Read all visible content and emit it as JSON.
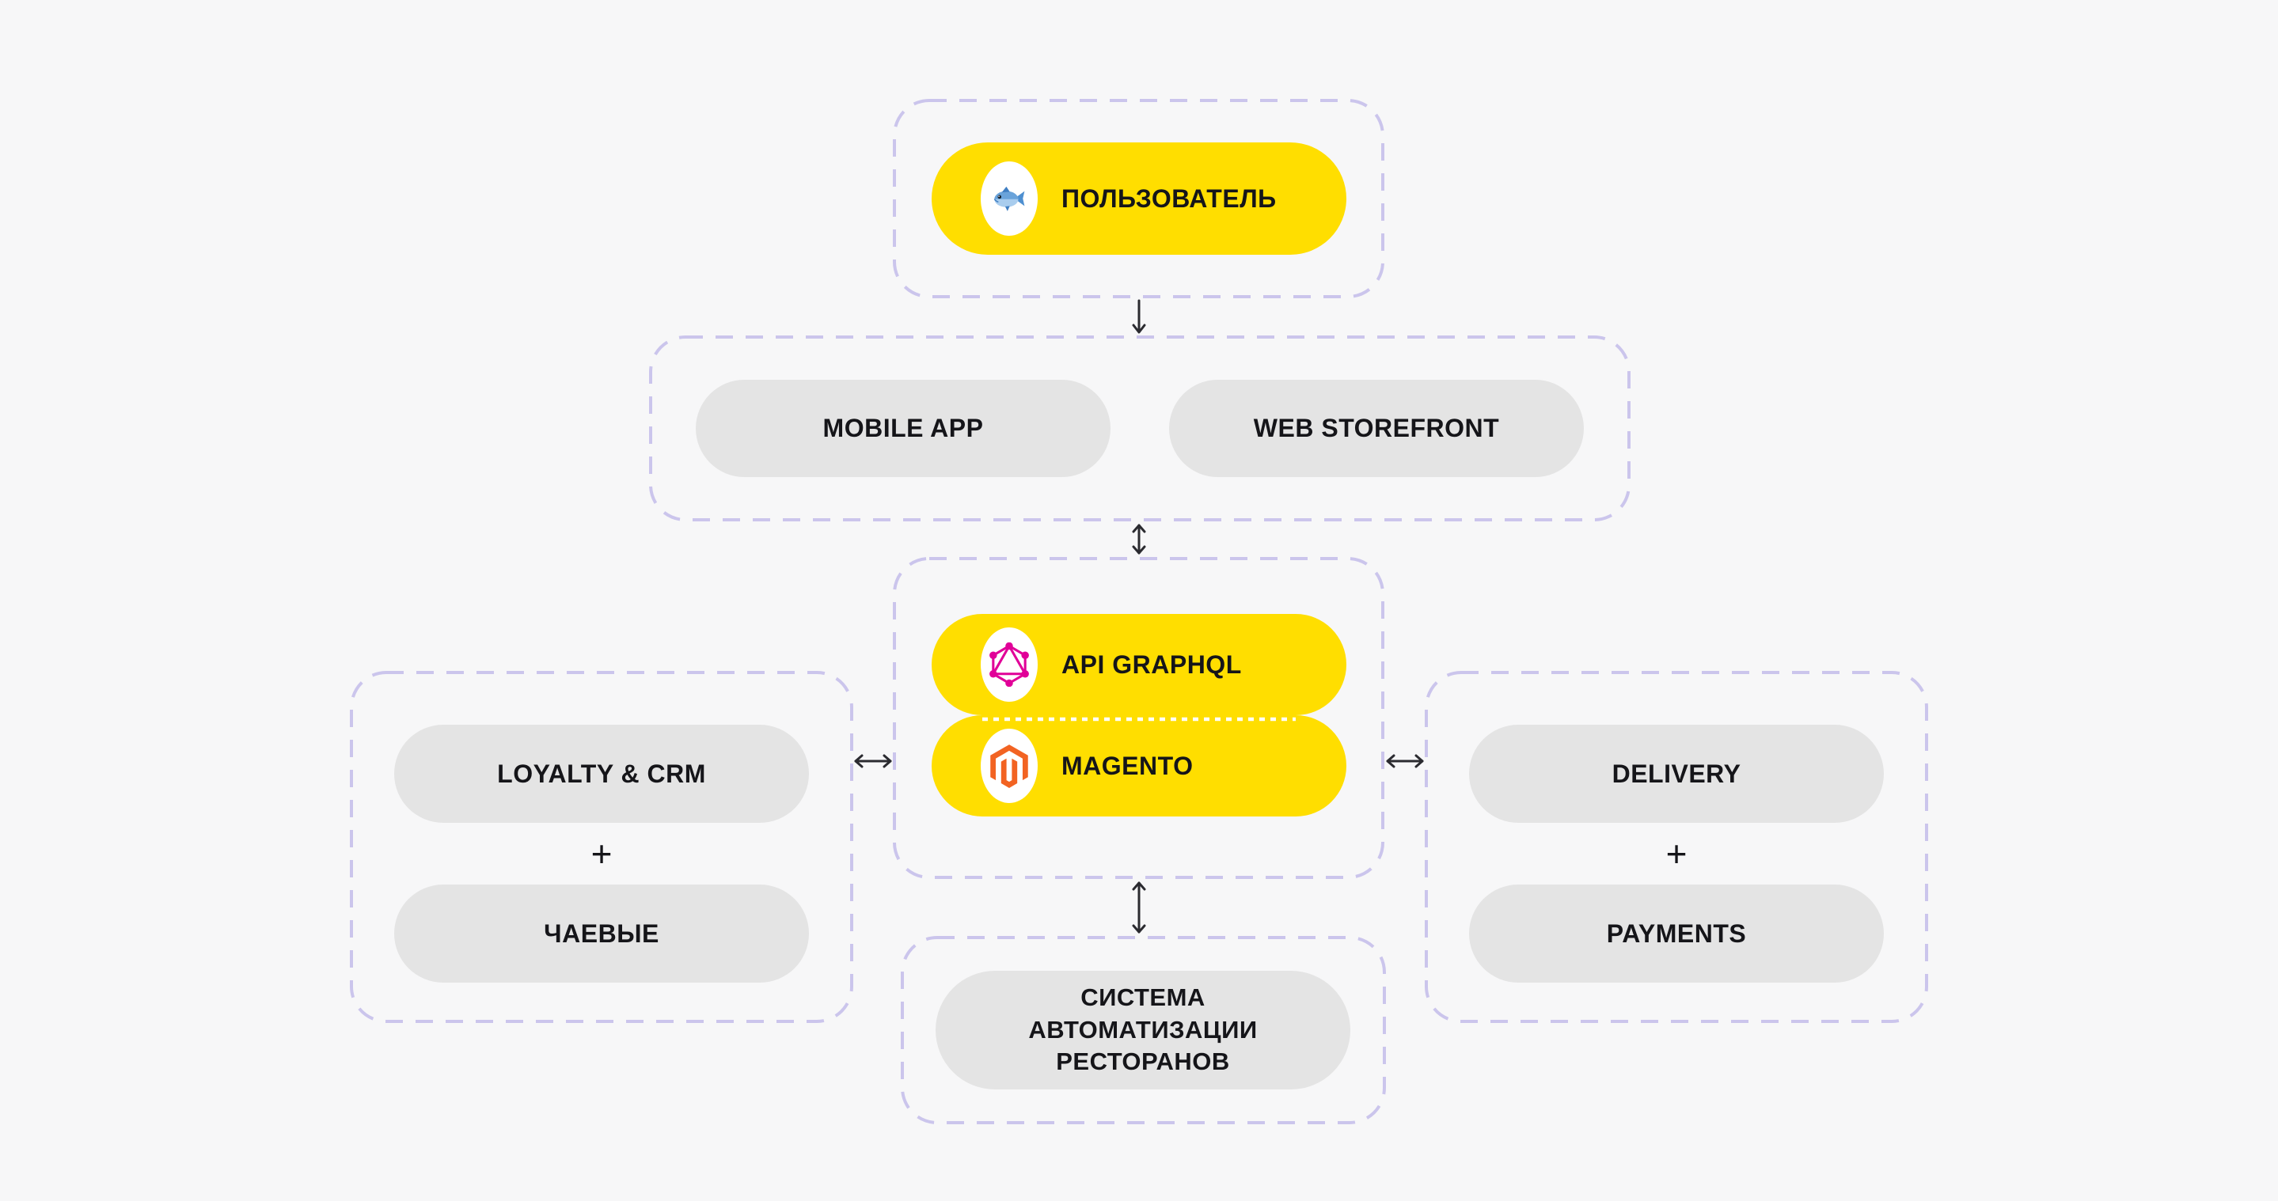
{
  "theme": {
    "bg": "#F7F7F8",
    "dash": "#CBC5EC",
    "yellow": "#FFDE00",
    "gray": "#E4E4E4",
    "text": "#151519",
    "arrow": "#2B2B30",
    "graphql-pink": "#E10098",
    "magento-orange": "#F26322",
    "white": "#FFFFFF"
  },
  "nodes": {
    "user": {
      "label": "ПОЛЬЗОВАТЕЛЬ",
      "icon": "fish-icon"
    },
    "mobile_app": {
      "label": "MOBILE APP"
    },
    "web_storefront": {
      "label": "WEB STOREFRONT"
    },
    "api_graphql": {
      "label": "API GRAPHQL",
      "icon": "graphql-icon"
    },
    "magento": {
      "label": "MAGENTO",
      "icon": "magento-icon"
    },
    "loyalty_crm": {
      "label": "LOYALTY & CRM"
    },
    "tips": {
      "label": "ЧАЕВЫЕ"
    },
    "delivery": {
      "label": "DELIVERY"
    },
    "payments": {
      "label": "PAYMENTS"
    },
    "restaurant_automation": {
      "label": "СИСТЕМА АВТОМАТИЗАЦИИ РЕСТОРАНОВ"
    }
  },
  "operators": {
    "plus": "+"
  }
}
